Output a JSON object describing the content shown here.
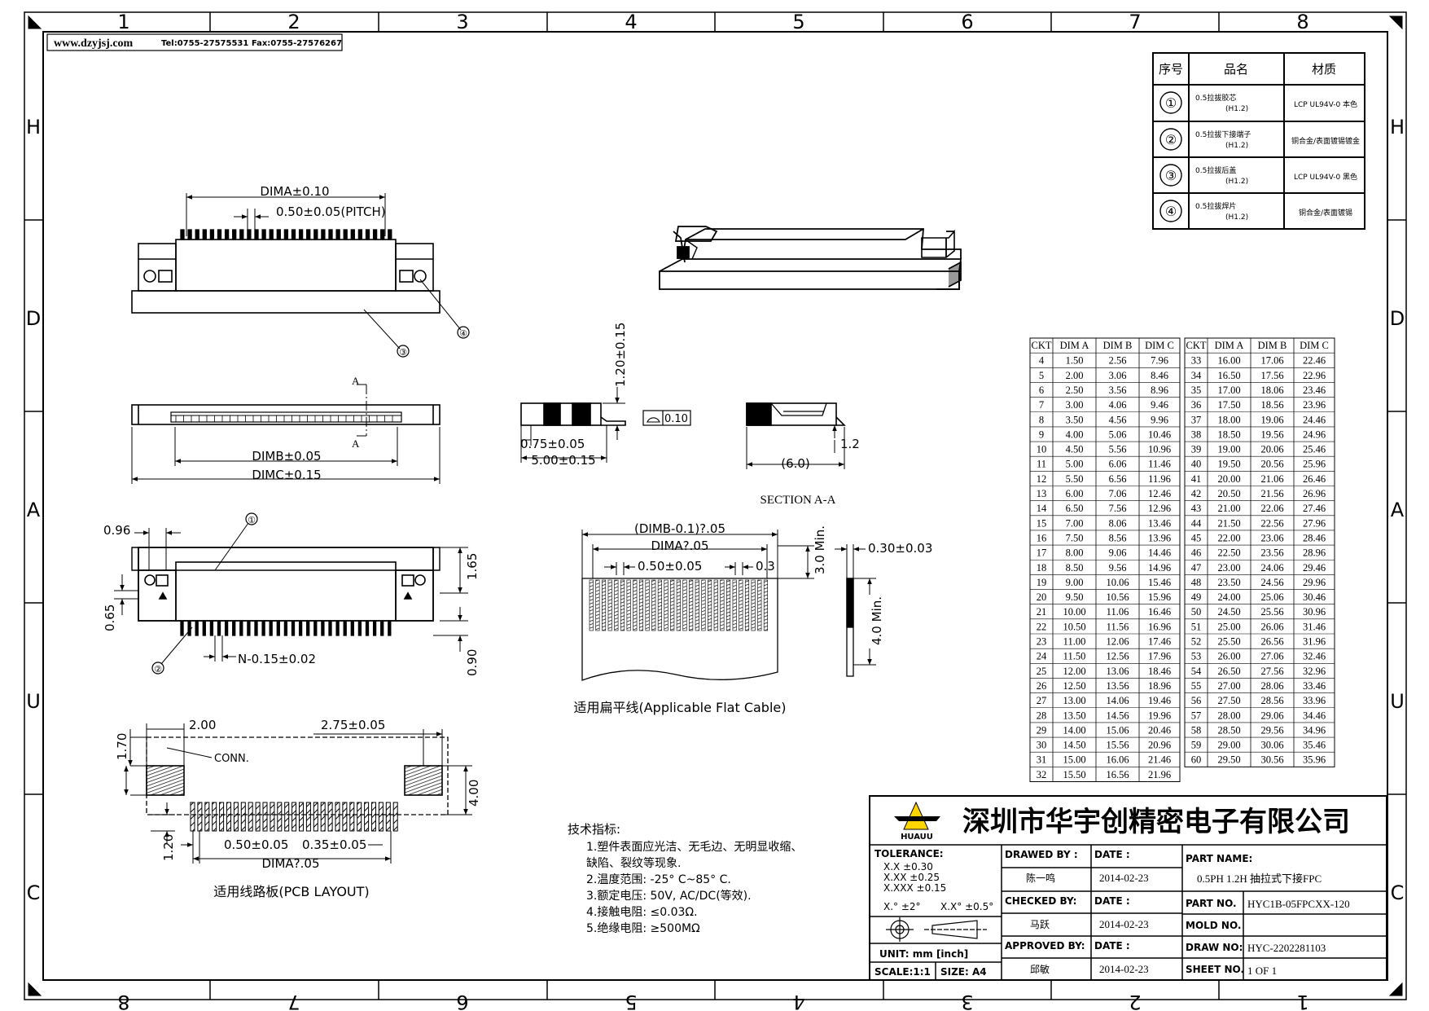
{
  "border": {
    "zones_top": [
      "1",
      "2",
      "3",
      "4",
      "5",
      "6",
      "7",
      "8"
    ],
    "zones_bottom": [
      "8",
      "7",
      "6",
      "5",
      "4",
      "3",
      "2",
      "1"
    ],
    "zones_side": [
      "H",
      "H",
      "D",
      "A",
      "U",
      "C"
    ]
  },
  "header": {
    "website": "www.dzyjsj.com",
    "contact": "Tel:0755-27575531  Fax:0755-27576267"
  },
  "bom": {
    "headers": [
      "序号",
      "品名",
      "材质"
    ],
    "rows": [
      {
        "no": "①",
        "name": "0.5拉拔胶芯",
        "sub": "(H1.2)",
        "material": "LCP UL94V-0 本色"
      },
      {
        "no": "②",
        "name": "0.5拉拔下接端子",
        "sub": "(H1.2)",
        "material": "铜合金/表面镀锡镀金"
      },
      {
        "no": "③",
        "name": "0.5拉拔后盖",
        "sub": "(H1.2)",
        "material": "LCP UL94V-0 黑色"
      },
      {
        "no": "④",
        "name": "0.5拉拔焊片",
        "sub": "(H1.2)",
        "material": "铜合金/表面镀锡"
      }
    ]
  },
  "views": {
    "front": {
      "dima": "DIMA±0.10",
      "pitch": "0.50±0.05(PITCH)",
      "callout3": "③",
      "callout4": "④"
    },
    "bottom": {
      "section_mark": "A",
      "dimb": "DIMB±0.05",
      "dimc": "DIMC±0.15"
    },
    "side": {
      "height": "1.20±0.15",
      "flat": "0.10",
      "d075": "0.75±0.05",
      "d500": "5.00±0.15"
    },
    "section": {
      "d12": "1.2",
      "d60": "(6.0)",
      "title": "SECTION A-A"
    },
    "top": {
      "d096": "0.96",
      "d165": "1.65",
      "d065": "0.65",
      "d090": "0.90",
      "n": "N-0.15±0.02",
      "callout1": "①",
      "callout2": "②"
    },
    "pcb": {
      "d170": "1.70",
      "d200": "2.00",
      "conn": "CONN.",
      "d275": "2.75±0.05",
      "d400": "4.00",
      "d120": "1.20",
      "d050": "0.50±0.05",
      "d035": "0.35±0.05",
      "dima": "DIMA?.05",
      "caption": "适用线路板(PCB LAYOUT)"
    },
    "fpc": {
      "dimb": "(DIMB-0.1)?.05",
      "dima": "DIMA?.05",
      "d050": "0.50±0.05",
      "d03": "0.3",
      "d30": "3.0 Min.",
      "d40": "4.0 Min.",
      "d030": "0.30±0.03",
      "caption": "适用扁平线(Applicable Flat Cable)"
    }
  },
  "specs": {
    "title": "技术指标:",
    "items": [
      "1.塑件表面应光洁、无毛边、无明显收缩、",
      "  缺陷、裂纹等现象.",
      "2.温度范围: -25° C~85° C.",
      "3.额定电压: 50V, AC/DC(等效).",
      "4.接触电阻: ≤0.03Ω.",
      "5.绝缘电阻: ≥500MΩ"
    ]
  },
  "dim_table": {
    "headers": [
      "CKT",
      "DIM A",
      "DIM B",
      "DIM C"
    ],
    "left": [
      [
        "4",
        "1.50",
        "2.56",
        "7.96"
      ],
      [
        "5",
        "2.00",
        "3.06",
        "8.46"
      ],
      [
        "6",
        "2.50",
        "3.56",
        "8.96"
      ],
      [
        "7",
        "3.00",
        "4.06",
        "9.46"
      ],
      [
        "8",
        "3.50",
        "4.56",
        "9.96"
      ],
      [
        "9",
        "4.00",
        "5.06",
        "10.46"
      ],
      [
        "10",
        "4.50",
        "5.56",
        "10.96"
      ],
      [
        "11",
        "5.00",
        "6.06",
        "11.46"
      ],
      [
        "12",
        "5.50",
        "6.56",
        "11.96"
      ],
      [
        "13",
        "6.00",
        "7.06",
        "12.46"
      ],
      [
        "14",
        "6.50",
        "7.56",
        "12.96"
      ],
      [
        "15",
        "7.00",
        "8.06",
        "13.46"
      ],
      [
        "16",
        "7.50",
        "8.56",
        "13.96"
      ],
      [
        "17",
        "8.00",
        "9.06",
        "14.46"
      ],
      [
        "18",
        "8.50",
        "9.56",
        "14.96"
      ],
      [
        "19",
        "9.00",
        "10.06",
        "15.46"
      ],
      [
        "20",
        "9.50",
        "10.56",
        "15.96"
      ],
      [
        "21",
        "10.00",
        "11.06",
        "16.46"
      ],
      [
        "22",
        "10.50",
        "11.56",
        "16.96"
      ],
      [
        "23",
        "11.00",
        "12.06",
        "17.46"
      ],
      [
        "24",
        "11.50",
        "12.56",
        "17.96"
      ],
      [
        "25",
        "12.00",
        "13.06",
        "18.46"
      ],
      [
        "26",
        "12.50",
        "13.56",
        "18.96"
      ],
      [
        "27",
        "13.00",
        "14.06",
        "19.46"
      ],
      [
        "28",
        "13.50",
        "14.56",
        "19.96"
      ],
      [
        "29",
        "14.00",
        "15.06",
        "20.46"
      ],
      [
        "30",
        "14.50",
        "15.56",
        "20.96"
      ],
      [
        "31",
        "15.00",
        "16.06",
        "21.46"
      ],
      [
        "32",
        "15.50",
        "16.56",
        "21.96"
      ]
    ],
    "right": [
      [
        "33",
        "16.00",
        "17.06",
        "22.46"
      ],
      [
        "34",
        "16.50",
        "17.56",
        "22.96"
      ],
      [
        "35",
        "17.00",
        "18.06",
        "23.46"
      ],
      [
        "36",
        "17.50",
        "18.56",
        "23.96"
      ],
      [
        "37",
        "18.00",
        "19.06",
        "24.46"
      ],
      [
        "38",
        "18.50",
        "19.56",
        "24.96"
      ],
      [
        "39",
        "19.00",
        "20.06",
        "25.46"
      ],
      [
        "40",
        "19.50",
        "20.56",
        "25.96"
      ],
      [
        "41",
        "20.00",
        "21.06",
        "26.46"
      ],
      [
        "42",
        "20.50",
        "21.56",
        "26.96"
      ],
      [
        "43",
        "21.00",
        "22.06",
        "27.46"
      ],
      [
        "44",
        "21.50",
        "22.56",
        "27.96"
      ],
      [
        "45",
        "22.00",
        "23.06",
        "28.46"
      ],
      [
        "46",
        "22.50",
        "23.56",
        "28.96"
      ],
      [
        "47",
        "23.00",
        "24.06",
        "29.46"
      ],
      [
        "48",
        "23.50",
        "24.56",
        "29.96"
      ],
      [
        "49",
        "24.00",
        "25.06",
        "30.46"
      ],
      [
        "50",
        "24.50",
        "25.56",
        "30.96"
      ],
      [
        "51",
        "25.00",
        "26.06",
        "31.46"
      ],
      [
        "52",
        "25.50",
        "26.56",
        "31.96"
      ],
      [
        "53",
        "26.00",
        "27.06",
        "32.46"
      ],
      [
        "54",
        "26.50",
        "27.56",
        "32.96"
      ],
      [
        "55",
        "27.00",
        "28.06",
        "33.46"
      ],
      [
        "56",
        "27.50",
        "28.56",
        "33.96"
      ],
      [
        "57",
        "28.00",
        "29.06",
        "34.46"
      ],
      [
        "58",
        "28.50",
        "29.56",
        "34.96"
      ],
      [
        "59",
        "29.00",
        "30.06",
        "35.46"
      ],
      [
        "60",
        "29.50",
        "30.56",
        "35.96"
      ]
    ]
  },
  "title_block": {
    "company": "深圳市华宇创精密电子有限公司",
    "logo_text": "HUAUU",
    "tolerance_label": "TOLERANCE:",
    "tol_xx": "X.X   ±0.30",
    "tol_xxx": "X.XX  ±0.25",
    "tol_xxxx": "X.XXX ±0.15",
    "tol_ang1": "X.° ±2°",
    "tol_ang2": "X.X° ±0.5°",
    "unit": "UNIT:  mm  [inch]",
    "scale": "SCALE:1:1",
    "size": "SIZE: A4",
    "drawn_by_label": "DRAWED BY :",
    "drawn_by": "陈一鸣",
    "checked_by_label": "CHECKED BY:",
    "checked_by": "马跃",
    "approved_by_label": "APPROVED BY:",
    "approved_by": "邱敏",
    "date_label": "DATE :",
    "date1": "2014-02-23",
    "date2": "2014-02-23",
    "date3": "2014-02-23",
    "part_name_label": "PART NAME:",
    "part_name": "0.5PH 1.2H 抽拉式下接FPC",
    "part_no_label": "PART NO.",
    "part_no": "HYC1B-05FPCXX-120",
    "mold_no_label": "MOLD NO.",
    "mold_no": "",
    "draw_no_label": "DRAW NO:",
    "draw_no": "HYC-2202281103",
    "sheet_no_label": "SHEET NO.",
    "sheet_no": "1 OF 1"
  }
}
